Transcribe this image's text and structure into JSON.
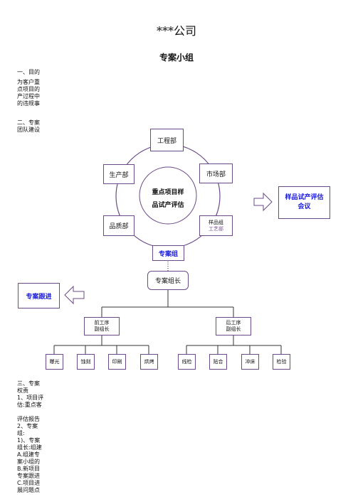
{
  "header": {
    "company": "***公司",
    "subtitle": "专案小组"
  },
  "sections": {
    "purpose_heading": "一、目的",
    "purpose_body": "为客户重\n点项目的\n产过程中\n的违规事",
    "team_heading": "二、专案\n团队建设",
    "rights_body": "三、专案\n权责\n1、项目评\n估:重点客\n\n评估报告\n2、专案\n组:\n1)、专案\n组长:组建\nA.组建专\n案小组的\nB.新项目\n专案跟进\nC.项目进\n展问题点"
  },
  "diagram": {
    "center_line1": "重点项目样",
    "center_line2": "品试产评估",
    "engineering": "工程部",
    "production": "生产部",
    "market": "市场部",
    "quality": "品质部",
    "sample_line1": "样品组",
    "sample_line2": "工艺部",
    "project_group": "专案组",
    "sample_eval_line1": "样品试产评估",
    "sample_eval_line2": "会议",
    "project_leader": "专案组长",
    "project_follow": "专案跟进",
    "front_line1": "前工序",
    "front_line2": "副组长",
    "back_line1": "后工序",
    "back_line2": "副组长",
    "front_leaves": [
      "曝光",
      "蚀刻",
      "印刷",
      "烘烤"
    ],
    "back_leaves": [
      "线检",
      "贴合",
      "冲床",
      "检验"
    ]
  },
  "colors": {
    "line": "#6b4a8a",
    "blue_text": "#1a1adb"
  }
}
